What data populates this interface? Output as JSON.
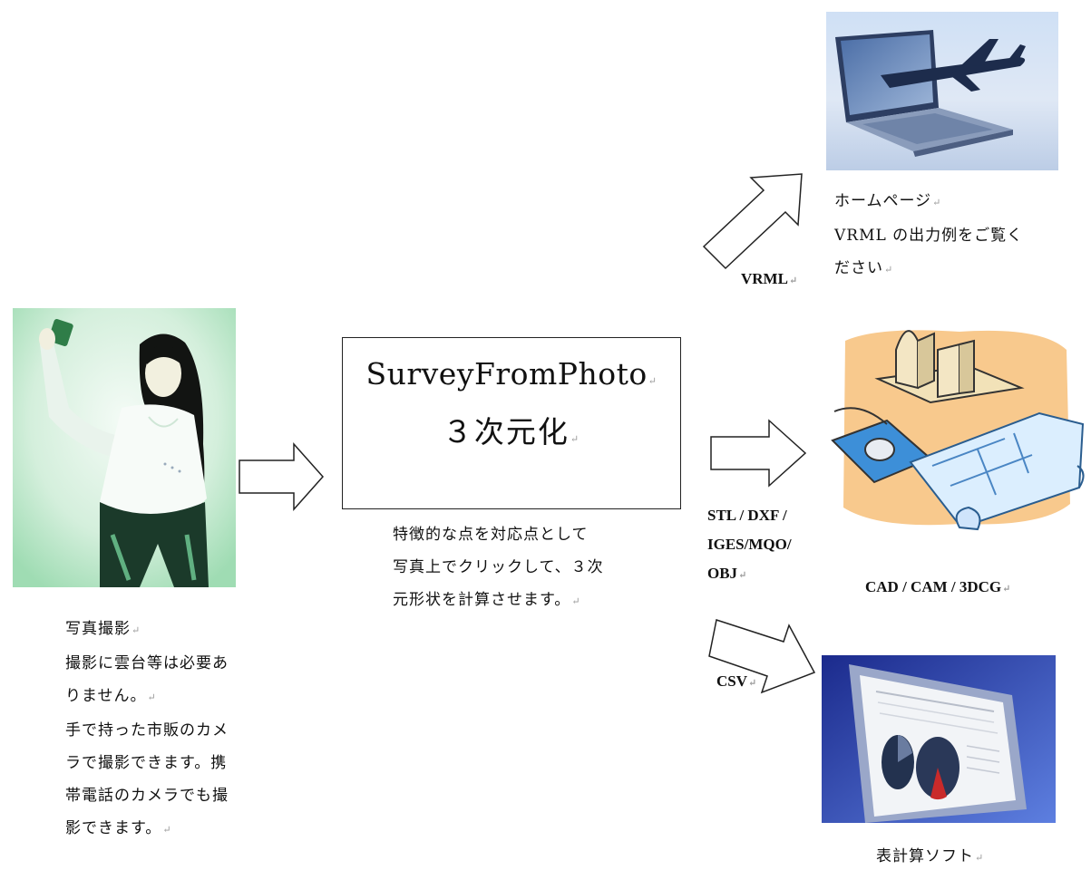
{
  "photo_caption": {
    "title": "写真撮影",
    "lines": [
      "撮影に雲台等は必要あ",
      "りません。",
      "手で持った市販のカメ",
      "ラで撮影できます。携",
      "帯電話のカメラでも撮",
      "影できます。"
    ]
  },
  "center_box": {
    "title": "SurveyFromPhoto",
    "subtitle": "３次元化"
  },
  "center_caption": {
    "lines": [
      "特徴的な点を対応点として",
      "写真上でクリックして、３次",
      "元形状を計算させます。"
    ]
  },
  "outputs": {
    "vrml": {
      "label": "VRML",
      "caption_lines": [
        "ホームページ",
        "VRML の出力例をご覧く",
        "ださい"
      ]
    },
    "cad": {
      "label_lines": [
        "STL / DXF /",
        "IGES/MQO/",
        "OBJ"
      ],
      "caption": "CAD / CAM / 3DCG"
    },
    "csv": {
      "label": "CSV",
      "caption": "表計算ソフト"
    }
  },
  "return_mark": "↵"
}
